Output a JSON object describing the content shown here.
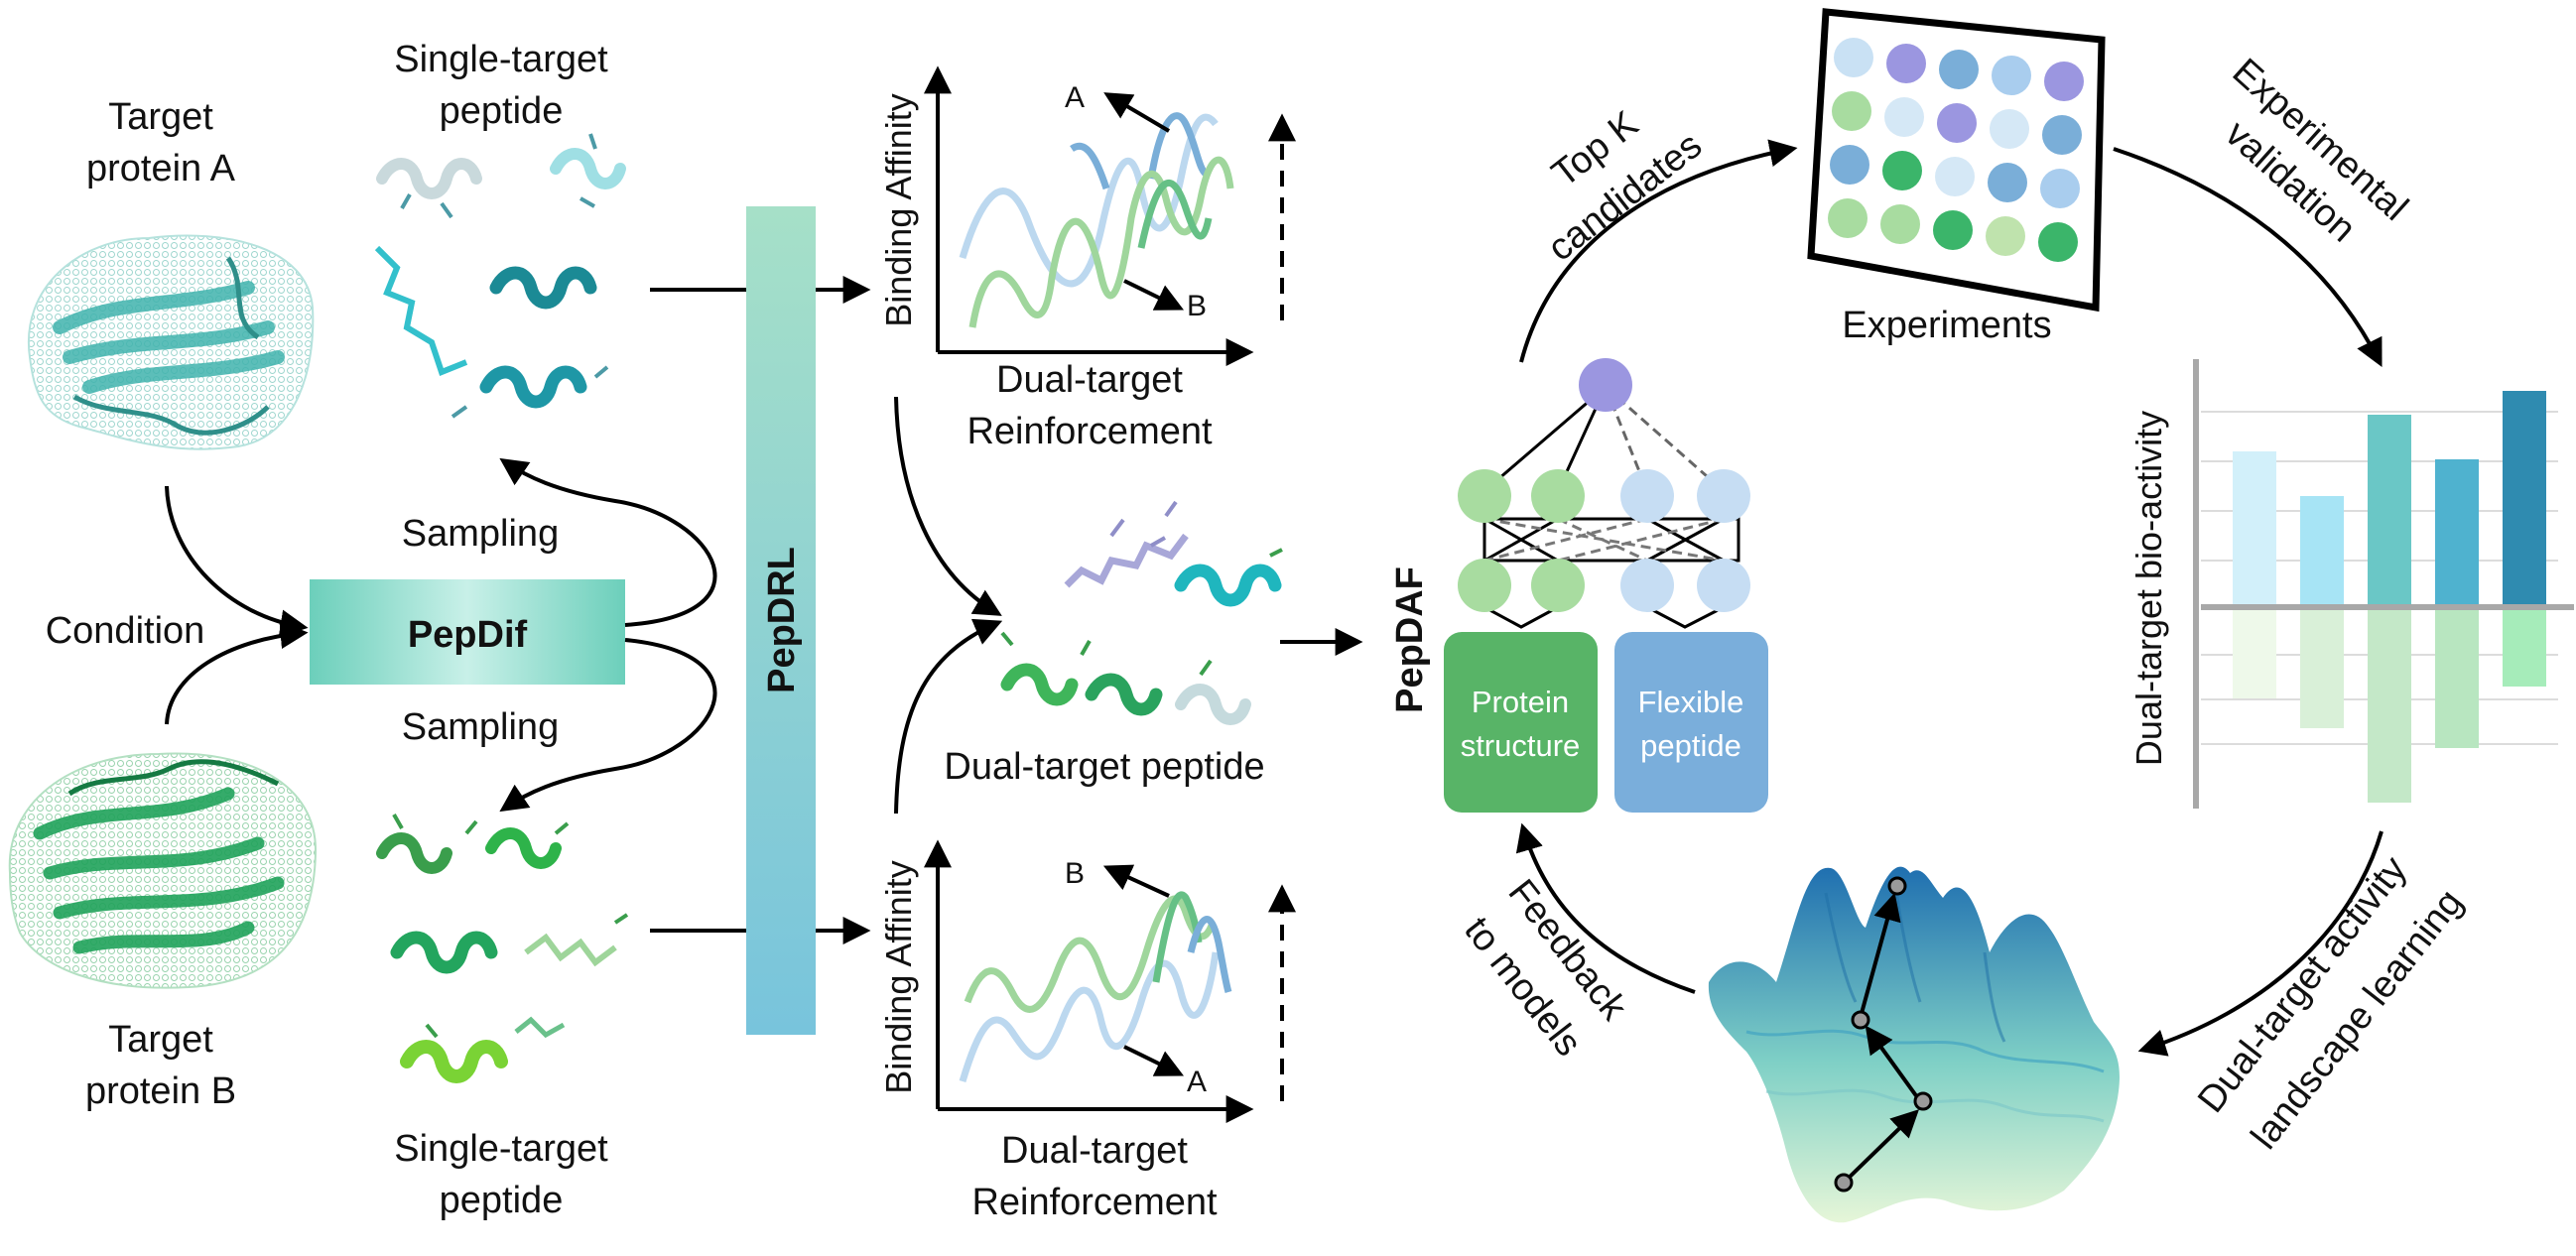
{
  "labels": {
    "protein_a": [
      "Target",
      "protein A"
    ],
    "protein_b": [
      "Target",
      "protein B"
    ],
    "single_target_top": [
      "Single-target",
      "peptide"
    ],
    "single_target_bottom": [
      "Single-target",
      "peptide"
    ],
    "condition": "Condition",
    "sampling_top": "Sampling",
    "sampling_bottom": "Sampling",
    "pepdif": "PepDif",
    "pepdrl": "PepDRL",
    "dual_target_peptide": "Dual-target peptide",
    "pepdaf": "PepDAF",
    "protein_structure": [
      "Protein",
      "structure"
    ],
    "flexible_peptide": [
      "Flexible",
      "peptide"
    ],
    "top_k": [
      "Top K",
      "candidates"
    ],
    "experiments": "Experiments",
    "experimental_validation": [
      "Experimental",
      "validation"
    ],
    "bioactivity_axis": "Dual-target bio-activity",
    "landscape_learning": [
      "Dual-target activity",
      "landscape learning"
    ],
    "feedback": [
      "Feedback",
      "to models"
    ]
  },
  "plot_top": {
    "ylabel": "Binding Affinity",
    "xlabel": [
      "Dual-target",
      "Reinforcement"
    ],
    "marker_up": "A",
    "marker_down": "B"
  },
  "plot_bottom": {
    "ylabel": "Binding Affinity",
    "xlabel": [
      "Dual-target",
      "Reinforcement"
    ],
    "marker_up": "B",
    "marker_down": "A"
  },
  "colors": {
    "teal": "#3fb3ad",
    "green_dark": "#3bb56a",
    "green_light": "#a8dca0",
    "blue_light": "#bcd8ef",
    "blue_mid": "#7aaed8",
    "purple": "#9b96e0",
    "pepdif_fill": "#7fd8c6",
    "pepdrl_top": "#a3dfc9",
    "pepdrl_bottom": "#7ec6da",
    "protein_box": "#58b467",
    "peptide_box": "#7aaedb"
  },
  "icons": {
    "protein_a": "protein-structure-a-icon",
    "protein_b": "protein-structure-b-icon",
    "experiments_plate": "well-plate-icon",
    "landscape": "activity-landscape-icon"
  }
}
